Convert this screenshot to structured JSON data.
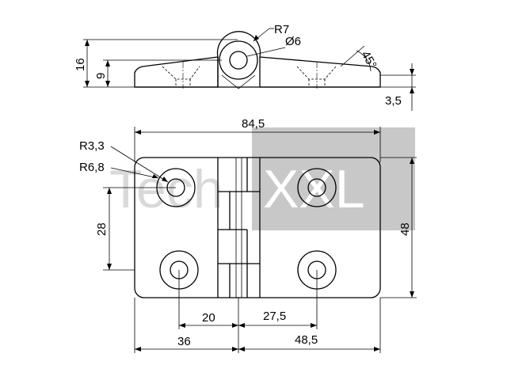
{
  "watermark": {
    "left_text": "Tech",
    "right_text": "XXL",
    "gray_box_color": "#c8c8c8",
    "text_color": "#d9d9d9"
  },
  "side_view": {
    "dims": {
      "height_total": "16",
      "height_leaf": "9",
      "radius_knuckle": "R7",
      "pin_diameter": "Ø6",
      "countersink_angle": "45°",
      "thickness": "3,5"
    }
  },
  "plan_view": {
    "dims": {
      "overall_width": "84,5",
      "corner_radius": "R3,3",
      "counterbore_radius": "R6,8",
      "hole_vertical_spacing": "28",
      "overall_height": "48",
      "left_hole_offset": "20",
      "right_hole_offset": "27,5",
      "left_leaf_width": "36",
      "right_leaf_width": "48,5"
    }
  }
}
